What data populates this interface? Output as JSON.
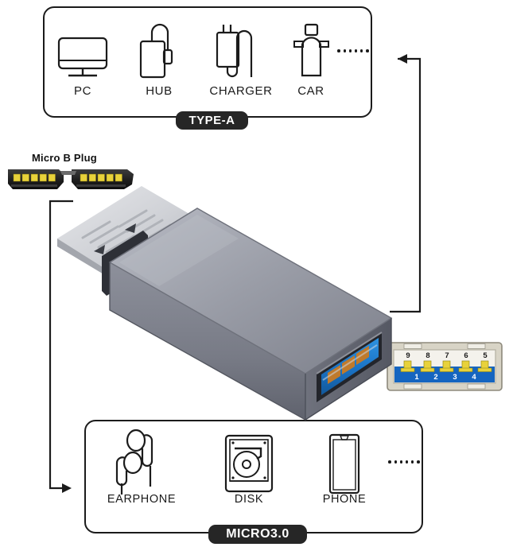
{
  "diagram": {
    "title": "USB 3.0 Micro B to USB-A OTG adapter compatibility diagram",
    "background_color": "#ffffff",
    "line_color": "#1b1b1b",
    "badge_background": "#262626",
    "badge_text_color": "#ffffff"
  },
  "type_a_box": {
    "badge_label": "TYPE-A",
    "items": [
      {
        "label": "PC",
        "icon": "monitor-icon"
      },
      {
        "label": "HUB",
        "icon": "usb-hub-icon"
      },
      {
        "label": "CHARGER",
        "icon": "wall-charger-icon"
      },
      {
        "label": "CAR",
        "icon": "car-charger-icon"
      }
    ],
    "more_indicator": "......"
  },
  "micro_box": {
    "badge_label": "MICRO3.0",
    "items": [
      {
        "label": "EARPHONE",
        "icon": "earbuds-icon"
      },
      {
        "label": "DISK",
        "icon": "hard-disk-icon"
      },
      {
        "label": "PHONE",
        "icon": "smartphone-icon"
      }
    ],
    "more_indicator": "......"
  },
  "micro_b_plug": {
    "label": "Micro B Plug",
    "pin_count_per_half": 5,
    "halves": 2,
    "pin_color": "#e8d23a",
    "shell_color": "#2b2b2b"
  },
  "product": {
    "name": "usb3-micro-b-to-usb-a-adapter",
    "body_color": "#8b8e99",
    "body_highlight": "#b9bcc6",
    "body_shadow": "#5e616c",
    "plug_color": "#d9dade",
    "port_interior_color": "#1f7fd0",
    "port_contact_color": "#c07a2a"
  },
  "pinout": {
    "name": "usb-3.0-type-a-port-pinout",
    "housing_color": "#d8d4c6",
    "upper_color": "#f4f2ec",
    "lower_color": "#1565c0",
    "pin_color": "#e8d23a",
    "top_row_numbers": [
      "9",
      "8",
      "7",
      "6",
      "5"
    ],
    "bottom_row_numbers": [
      "1",
      "2",
      "3",
      "4"
    ]
  },
  "connectors": {
    "to_type_a": {
      "from": "usb-a-port",
      "to": "type-a-box",
      "arrow": "left"
    },
    "to_micro": {
      "from": "micro-b-plug",
      "to": "micro-box",
      "arrow": "right"
    }
  }
}
